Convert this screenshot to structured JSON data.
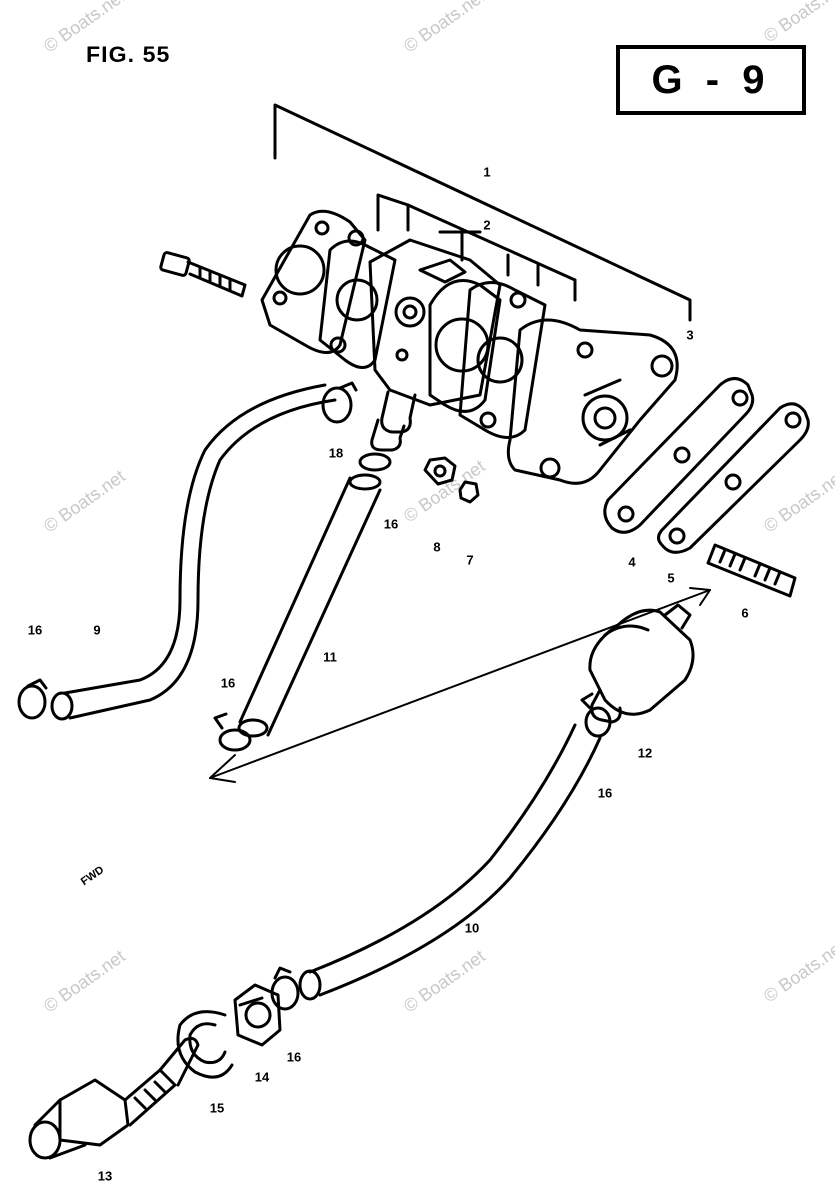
{
  "figure": {
    "title": "FIG. 55",
    "section_code": "G - 9"
  },
  "watermark": "© Boats.net",
  "forward_mark": "FWD",
  "callouts": [
    "1",
    "2",
    "3",
    "4",
    "5",
    "6",
    "7",
    "8",
    "9",
    "10",
    "11",
    "12",
    "13",
    "14",
    "15",
    "16",
    "16",
    "16",
    "16",
    "16",
    "18"
  ]
}
